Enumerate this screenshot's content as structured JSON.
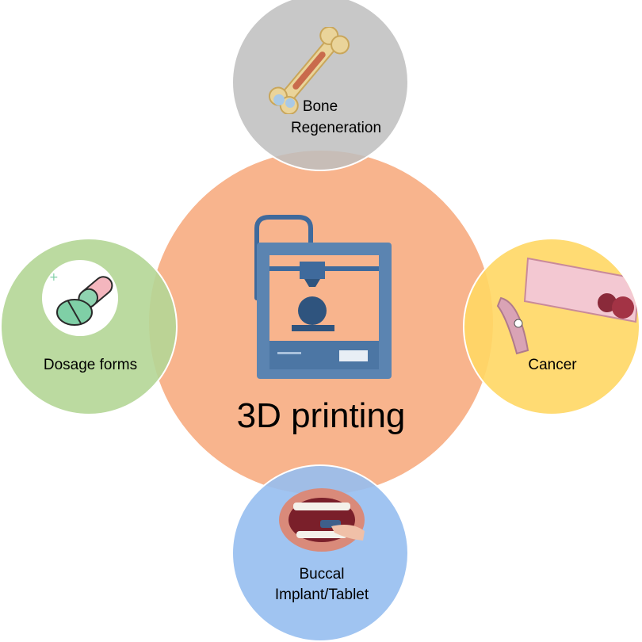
{
  "center": {
    "title": "3D printing",
    "icon": "3d-printer-icon"
  },
  "nodes": {
    "top": {
      "label_line1": "Bone",
      "label_line2": "Regeneration",
      "icon": "bone-icon",
      "color": "#bebebe"
    },
    "left": {
      "label": "Dosage forms",
      "icon": "pills-icon",
      "color": "#b4d696"
    },
    "right": {
      "label": "Cancer",
      "icon": "tissue-illustration-icon",
      "color": "#ffd764"
    },
    "bottom": {
      "label_line1": "Buccal",
      "label_line2": "Implant/Tablet",
      "icon": "mouth-tablet-icon",
      "color": "#96bef0"
    }
  },
  "colors": {
    "center": "#f8b48d",
    "printer": "#5b84b1"
  }
}
